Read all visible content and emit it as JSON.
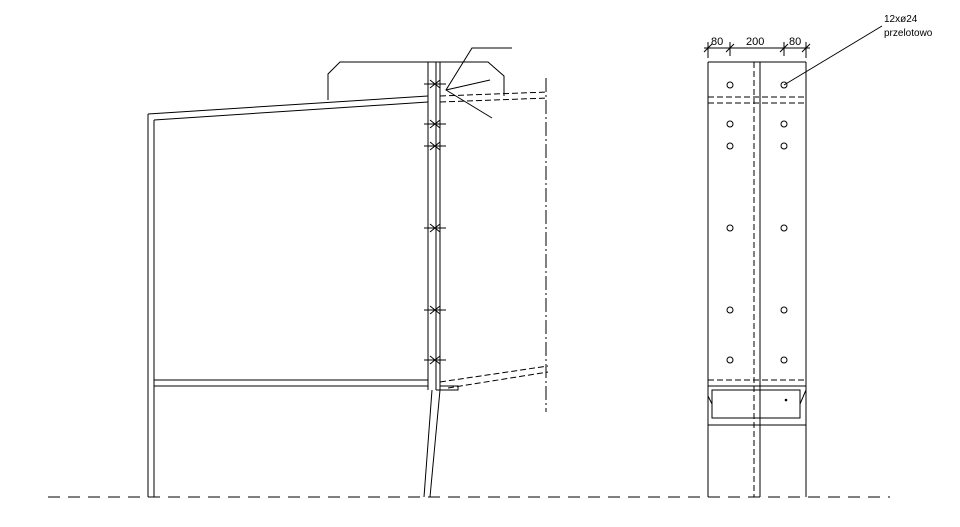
{
  "drawing": {
    "dimensions": [
      "80",
      "200",
      "80"
    ],
    "annotation": {
      "line1": "12xø24",
      "line2": "przelotowo"
    }
  }
}
